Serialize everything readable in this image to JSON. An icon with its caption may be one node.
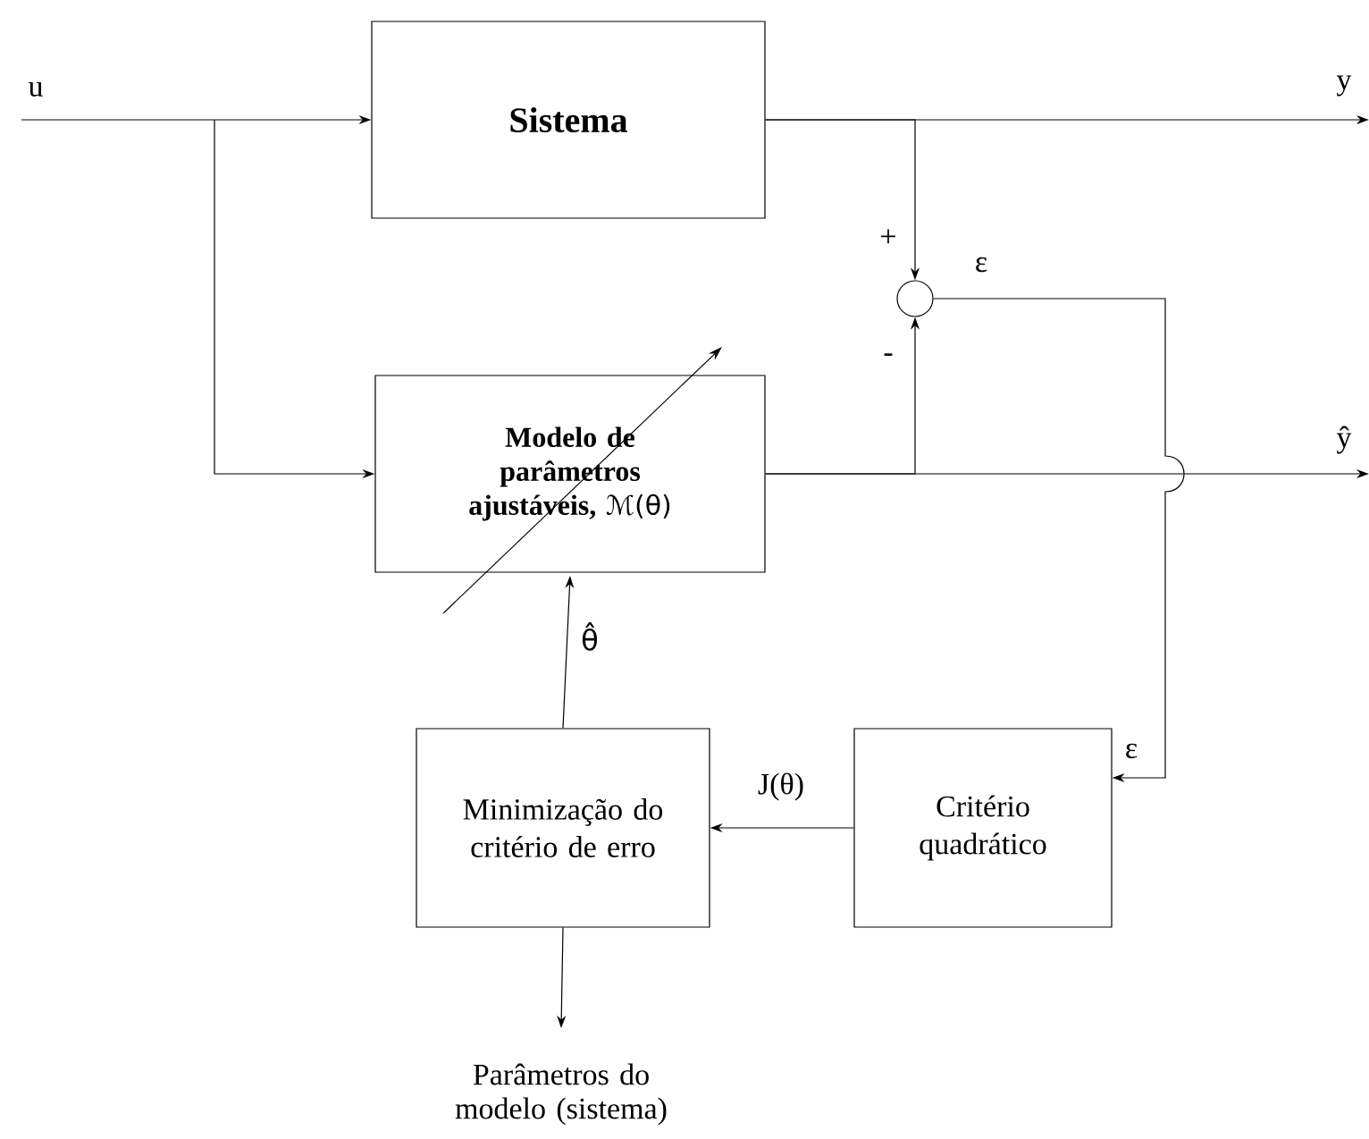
{
  "diagram": {
    "nodes": [
      {
        "text": [
          "Sistema"
        ]
      },
      {
        "text": [
          "Modelo de parâmetros ajustáveis,",
          "ℳ(θ)"
        ]
      },
      {
        "text": [],
        "shape": "circle"
      },
      {
        "text": [
          "Minimização do critério de erro"
        ]
      },
      {
        "text": [
          "Critério quadrático"
        ]
      },
      {
        "text": [
          "Parâmetros do modelo (sistema)"
        ]
      }
    ],
    "edges": [
      {
        "from": null,
        "to": 0,
        "arrow": "to",
        "label": "u"
      },
      {
        "from": null,
        "to": 1,
        "arrow": "to"
      },
      {
        "from": 0,
        "to": null,
        "arrow": "to",
        "label": "y"
      },
      {
        "from": 0,
        "to": 2,
        "arrow": "to",
        "label": "+"
      },
      {
        "from": 1,
        "to": null,
        "arrow": "to",
        "label": "ŷ"
      },
      {
        "from": 1,
        "to": 2,
        "arrow": "to",
        "label": "-"
      },
      {
        "from": 2,
        "to": 4,
        "arrow": "to",
        "label": "ε"
      },
      {
        "from": 4,
        "to": 3,
        "arrow": "to",
        "label": "J(θ)"
      },
      {
        "from": 3,
        "to": 1,
        "arrow": "to",
        "label": "θ̂"
      },
      {
        "from": 3,
        "to": 5,
        "arrow": "to"
      }
    ],
    "labels": [
      "ε"
    ]
  }
}
